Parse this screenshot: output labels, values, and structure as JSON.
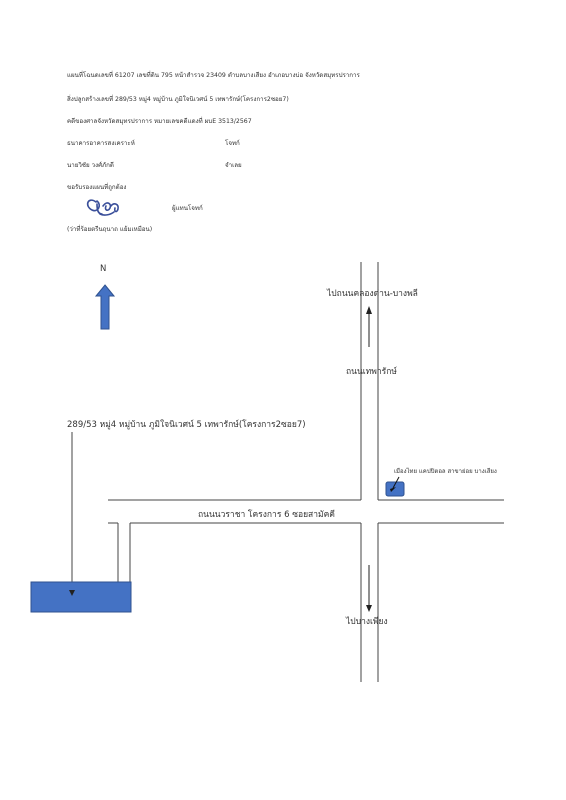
{
  "header": {
    "line1": "แผนที่โฉนดเลขที่ 61207 เลขที่ดิน 795 หน้าสำรวจ 23409 ตำบลบางเสียง อำเภอบางบ่อ จังหวัดสมุทรปราการ",
    "line2": "สิ่งปลูกสร้างเลขที่ 289/53 หมู่4 หมู่บ้าน ภูมิใจนิเวศน์ 5 เทพารักษ์(โครงการ2ซอย7)",
    "line3": "คดีของศาลจังหวัดสมุทรปราการ หมายเลขคดีแดงที่ ผบE 3513/2567",
    "plaintiff": "ธนาคารอาคารสงเคราะห์",
    "plaintiff_role": "โจทก์",
    "defendant": "นายวิชัย วงศ์ภักดี",
    "defendant_role": "จำเลย",
    "certify": "ขอรับรองแผนที่ถูกต้อง",
    "signature_role": "ผู้แทนโจทก์",
    "signer": "(ว่าที่ร้อยตรีนฤนาถ แย้มเหมือน)"
  },
  "map": {
    "north": "N",
    "to_klong": "ไปถนนคลองด่าน-บางพลี",
    "thepharak_road": "ถนนเทพารักษ์",
    "address": "289/53 หมู่4  หมู่บ้าน ภูมิใจนิเวศน์ 5 เทพารักษ์(โครงการ2ซอย7)",
    "landmark": "เมืองไทย แคปปิตอล สาขาย่อย บางเสียง",
    "nawaracha_road": "ถนนนวราชา โครงการ 6 ซอยสามัคคี",
    "to_bangsiang": "ไปบางเพียง",
    "colors": {
      "block": "#4472c4",
      "block_border": "#2f528f",
      "line": "#444444"
    }
  }
}
